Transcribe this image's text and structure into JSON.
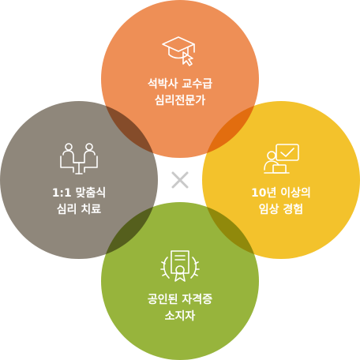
{
  "colors": {
    "top": "#ee8f56",
    "left": "#8f877b",
    "right": "#f3c22c",
    "bottom": "#97b43c",
    "text": "#ffffff",
    "cross": "#c9c9c9"
  },
  "items": {
    "top": {
      "line1": "석박사 교수급",
      "line2": "심리전문가",
      "icon": "graduation-cap-cursor-icon"
    },
    "left": {
      "line1": "1:1 맞춤식",
      "line2": "심리 치료",
      "icon": "counseling-chairs-icon"
    },
    "right": {
      "line1": "10년 이상의",
      "line2": "임상 경험",
      "icon": "consultant-checkmark-icon"
    },
    "bottom": {
      "line1": "공인된 자격증",
      "line2": "소지자",
      "icon": "certificate-laurel-icon"
    }
  },
  "center_symbol": "×"
}
